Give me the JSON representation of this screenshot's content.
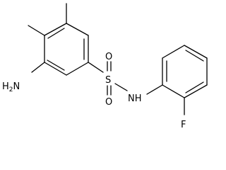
{
  "molecule": {
    "atoms": {
      "amino_group": {
        "element": "H",
        "count": "2",
        "heavy": "N"
      },
      "sulfur": "S",
      "oxygen_top": "O",
      "oxygen_bottom": "O",
      "amide_nitrogen": "NH",
      "fluorine": "F"
    }
  }
}
